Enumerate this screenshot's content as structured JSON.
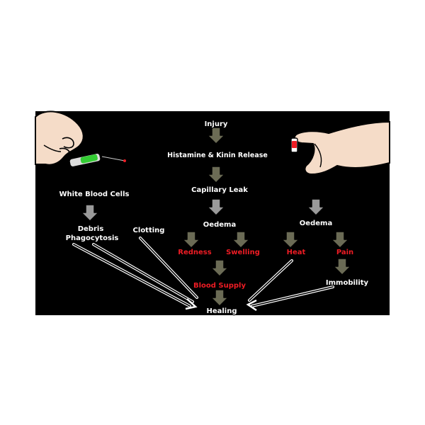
{
  "colors": {
    "background": "#000000",
    "label_text": "#ffffff",
    "symptom_text": "#ee1c24",
    "down_arrow_fill": "#6b6b55",
    "grey_arrow_fill": "#9a9a9a",
    "skin": "#f5dcc8",
    "syringe_liquid": "#33cc33"
  },
  "nodes": {
    "injury": "Injury",
    "histamine_release": "Histamine & Kinin Release",
    "capillary_leak": "Capillary Leak",
    "white_blood_cells": "White Blood Cells",
    "clotting": "Clotting",
    "debris_phagocytosis_1": "Debris",
    "debris_phagocytosis_2": "Phagocytosis",
    "oedema_left": "Oedema",
    "oedema_right": "Oedema",
    "redness": "Redness",
    "swelling": "Swelling",
    "blood_supply": "Blood Supply",
    "heat": "Heat",
    "pain": "Pain",
    "immobility": "Immobility",
    "healing": "Healing"
  },
  "icons": {
    "left_hand": "hand-with-syringe-icon",
    "right_hand": "hand-with-vial-icon"
  }
}
